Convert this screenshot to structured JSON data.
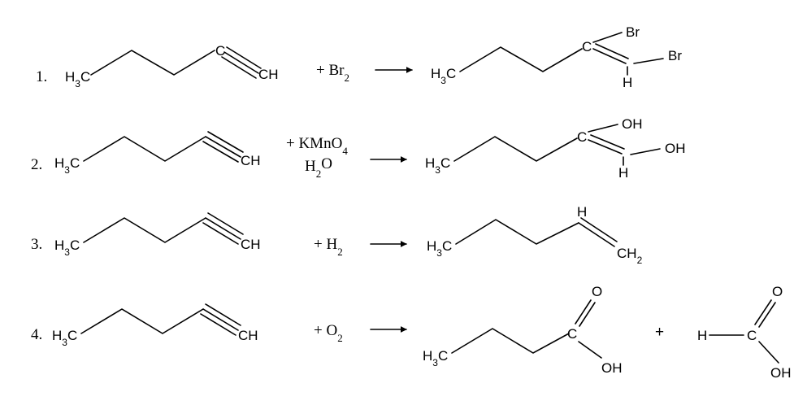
{
  "reactions": [
    {
      "number": "1.",
      "reactant": {
        "ch3": "H3C",
        "terminal": "CH",
        "alkyne_carbon": "C"
      },
      "reagent": {
        "line1": "+ Br2"
      },
      "product": {
        "ch3": "H3C",
        "c_label": "C",
        "br_top": "Br",
        "br_right": "Br",
        "h_bottom": "H"
      }
    },
    {
      "number": "2.",
      "reactant": {
        "ch3": "H3C",
        "terminal": "CH"
      },
      "reagent": {
        "line1": "+ KMnO4",
        "line2": "H2O"
      },
      "product": {
        "ch3": "H3C",
        "c_label": "C",
        "oh_top": "OH",
        "oh_right": "OH",
        "h_bottom": "H"
      }
    },
    {
      "number": "3.",
      "reactant": {
        "ch3": "H3C",
        "terminal": "CH"
      },
      "reagent": {
        "line1": "+ H2"
      },
      "product": {
        "ch3": "H3C",
        "h_top": "H",
        "ch2": "CH2"
      }
    },
    {
      "number": "4.",
      "reactant": {
        "ch3": "H3C",
        "terminal": "CH"
      },
      "reagent": {
        "line1": "+ O2"
      },
      "product": {
        "ch3": "H3C",
        "c_label": "C",
        "o_label": "O",
        "oh_label": "OH"
      },
      "plus": "+",
      "second_product": {
        "h_label": "H",
        "c_label": "C",
        "o_label": "O",
        "oh_label": "OH"
      }
    }
  ]
}
